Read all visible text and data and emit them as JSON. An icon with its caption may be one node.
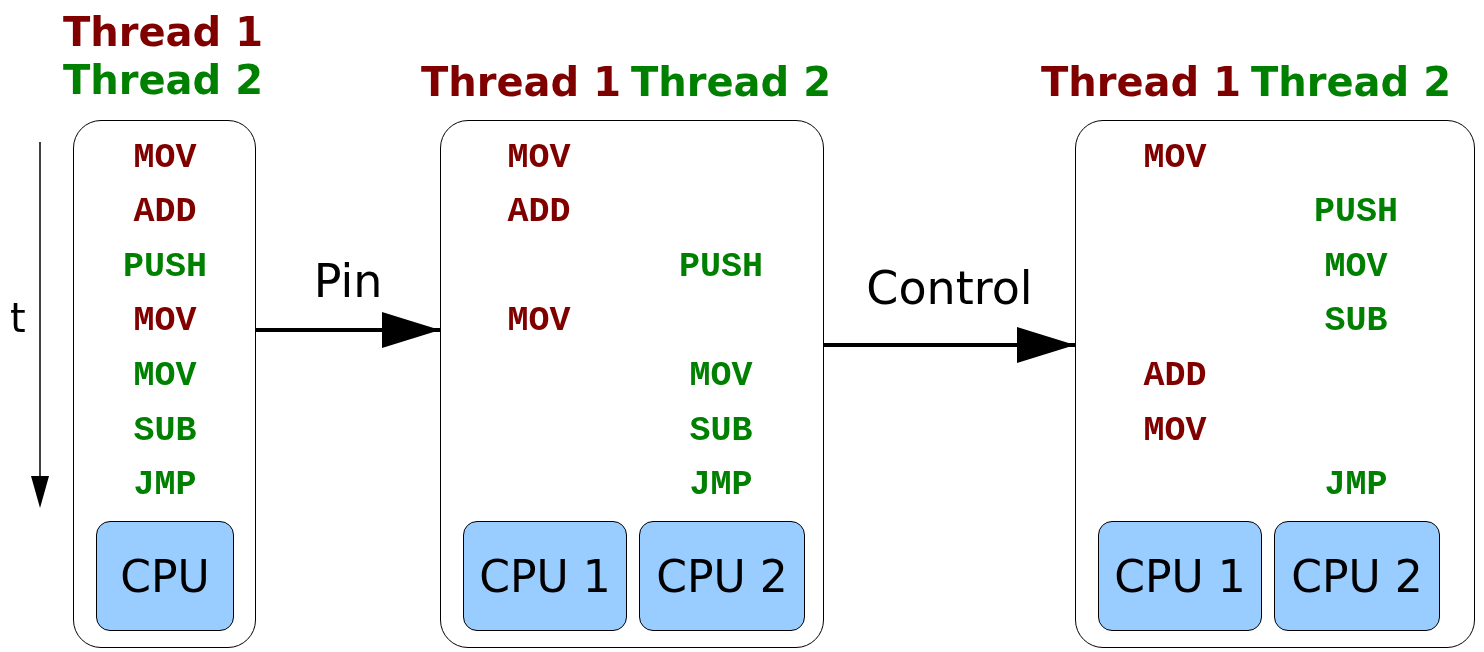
{
  "diagram": {
    "nodes": [
      {
        "text": [
          "Thread 1",
          "Thread 2",
          "MOV",
          "ADD",
          "PUSH",
          "MOV",
          "MOV",
          "SUB",
          "JMP"
        ]
      },
      {
        "text": [
          "CPU"
        ],
        "in": 0
      },
      {
        "text": [
          "Thread 1",
          "Thread 2",
          "MOV",
          "ADD",
          "PUSH",
          "MOV",
          "MOV",
          "SUB",
          "JMP"
        ]
      },
      {
        "text": [
          "CPU 1"
        ],
        "in": 2
      },
      {
        "text": [
          "CPU 2"
        ],
        "in": 2
      },
      {
        "text": [
          "Thread 1",
          "Thread 2",
          "MOV",
          "PUSH",
          "MOV",
          "SUB",
          "ADD",
          "MOV",
          "JMP"
        ]
      },
      {
        "text": [
          "CPU 1"
        ],
        "in": 5
      },
      {
        "text": [
          "CPU 2"
        ],
        "in": 5
      }
    ],
    "edges": [
      {
        "from": 0,
        "to": 2,
        "arrow": "to",
        "label": "Pin"
      },
      {
        "from": 2,
        "to": 5,
        "arrow": "to",
        "label": "Control"
      }
    ],
    "labels": [
      "t"
    ]
  }
}
